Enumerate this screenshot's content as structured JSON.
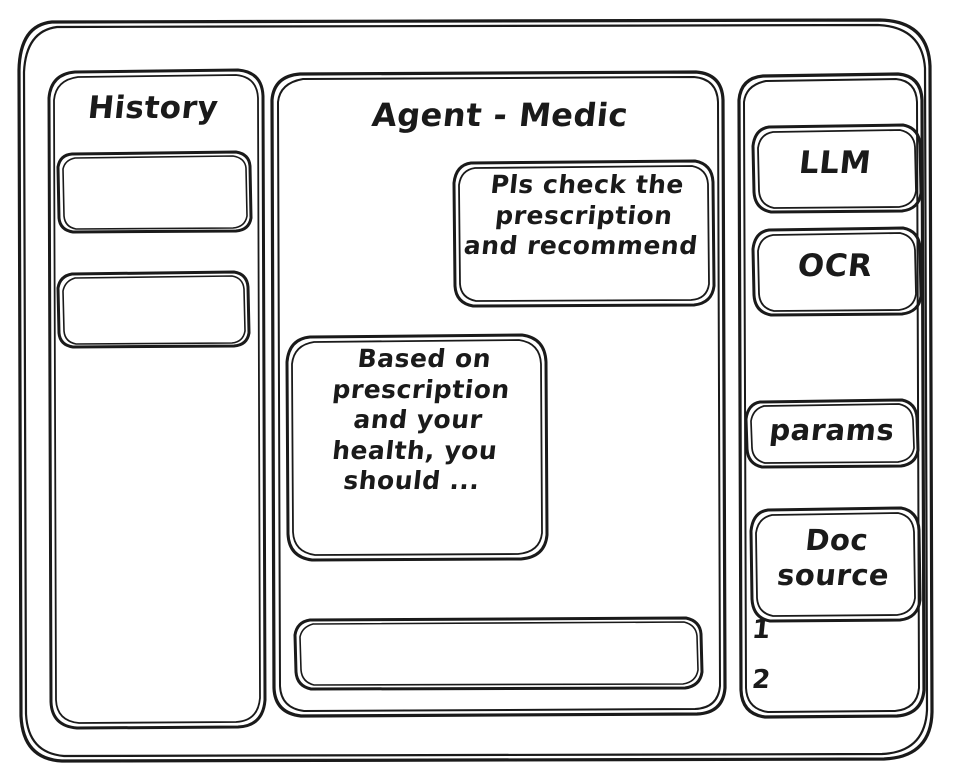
{
  "window": {
    "frame_name": "app-window-frame"
  },
  "sidebar_left": {
    "title": "History",
    "items": [
      {
        "label": "",
        "name": "history-item-1"
      },
      {
        "label": "",
        "name": "history-item-2"
      }
    ]
  },
  "main": {
    "title": "Agent - Medic",
    "messages": [
      {
        "role": "user",
        "text": "Pls check the\nprescription\nand recommend"
      },
      {
        "role": "assistant",
        "text": "Based on\nprescription\nand your\nhealth, you\nshould ..."
      }
    ],
    "composer": {
      "value": "",
      "placeholder": ""
    }
  },
  "sidebar_right": {
    "blocks": [
      {
        "label": "LLM",
        "name": "llm-block"
      },
      {
        "label": "OCR",
        "name": "ocr-block"
      },
      {
        "label": "params",
        "name": "params-block"
      },
      {
        "label": "Doc\nsource",
        "name": "doc-source-block"
      }
    ],
    "sources": [
      {
        "label": "1"
      },
      {
        "label": "2"
      }
    ]
  },
  "style": {
    "stroke": "#1a1a1a",
    "background": "#ffffff"
  }
}
